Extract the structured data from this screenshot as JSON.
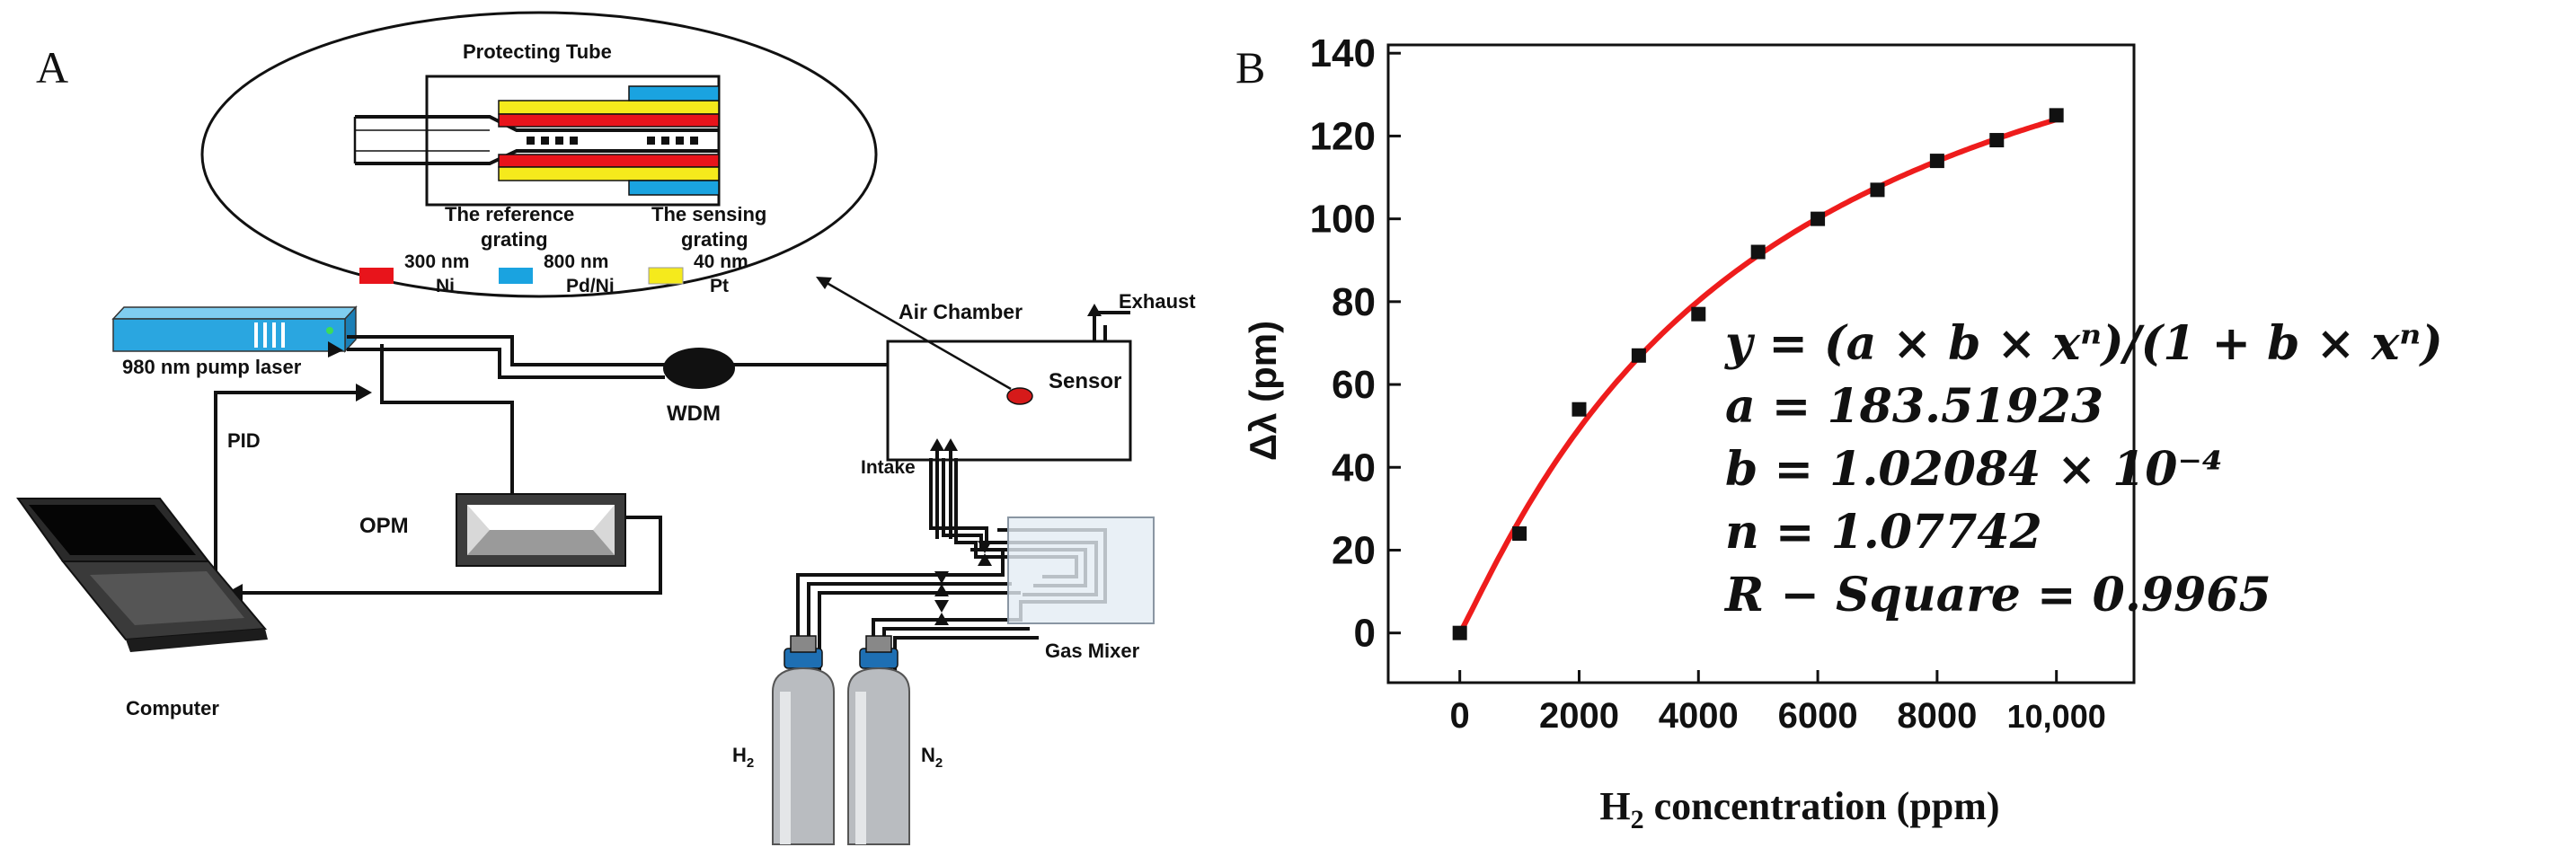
{
  "panels": {
    "a_label": "A",
    "b_label": "B"
  },
  "schematic": {
    "zoom": {
      "protecting_tube": "Protecting Tube",
      "reference_grating": [
        "The reference",
        "grating"
      ],
      "sensing_grating": [
        "The sensing",
        "grating"
      ]
    },
    "legend": [
      {
        "line1": "300 nm",
        "line2": "Ni",
        "color": "#e8141b"
      },
      {
        "line1": "800 nm",
        "line2": "Pd/Ni",
        "color": "#1aa3e0"
      },
      {
        "line1": "40 nm",
        "line2": "Pt",
        "color": "#f5ea1c"
      }
    ],
    "labels": {
      "pump_laser": "980 nm pump laser",
      "pid": "PID",
      "wdm": "WDM",
      "opm": "OPM",
      "computer": "Computer",
      "air_chamber": "Air Chamber",
      "exhaust": "Exhaust",
      "sensor": "Sensor",
      "intake": "Intake",
      "gas_mixer": "Gas Mixer",
      "h2_main": "H",
      "h2_sub": "2",
      "n2_main": "N",
      "n2_sub": "2"
    },
    "colors": {
      "laser": "#2aa6e0",
      "sensor": "#d61a1a",
      "cylinder": "#b9bcc0",
      "valve_cap": "#1e6fb3",
      "mixer": "#e3ecf4"
    }
  },
  "chart_data": {
    "type": "scatter",
    "xlabel_main": "H",
    "xlabel_sub": "2",
    "xlabel_rest": " concentration (ppm)",
    "ylabel": "Δλ (pm)",
    "xlim": [
      -1200,
      11300
    ],
    "ylim": [
      -12,
      142
    ],
    "x_ticks": [
      {
        "value": 0,
        "label": "0"
      },
      {
        "value": 2000,
        "label": "2000"
      },
      {
        "value": 4000,
        "label": "4000"
      },
      {
        "value": 6000,
        "label": "6000"
      },
      {
        "value": 8000,
        "label": "8000"
      },
      {
        "value": 10000,
        "label": "10,000"
      }
    ],
    "y_ticks": [
      {
        "value": 0,
        "label": "0"
      },
      {
        "value": 20,
        "label": "20"
      },
      {
        "value": 40,
        "label": "40"
      },
      {
        "value": 60,
        "label": "60"
      },
      {
        "value": 80,
        "label": "80"
      },
      {
        "value": 100,
        "label": "100"
      },
      {
        "value": 120,
        "label": "120"
      },
      {
        "value": 140,
        "label": "140"
      }
    ],
    "points": [
      {
        "x": 0,
        "y": 0
      },
      {
        "x": 1000,
        "y": 24
      },
      {
        "x": 2000,
        "y": 54
      },
      {
        "x": 3000,
        "y": 67
      },
      {
        "x": 4000,
        "y": 77
      },
      {
        "x": 5000,
        "y": 92
      },
      {
        "x": 6000,
        "y": 100
      },
      {
        "x": 7000,
        "y": 107
      },
      {
        "x": 8000,
        "y": 114
      },
      {
        "x": 9000,
        "y": 119
      },
      {
        "x": 10000,
        "y": 125
      }
    ],
    "fit": {
      "a": 183.51923,
      "b": 0.000102084,
      "n": 1.07742,
      "color": "#ee1c1c"
    },
    "point_color": "#111111",
    "equation_lines": [
      "y = (a × b × xⁿ)/(1 + b × xⁿ)",
      "a = 183.51923",
      "b = 1.02084 × 10⁻⁴",
      "n = 1.07742",
      "R − Square = 0.9965"
    ]
  }
}
